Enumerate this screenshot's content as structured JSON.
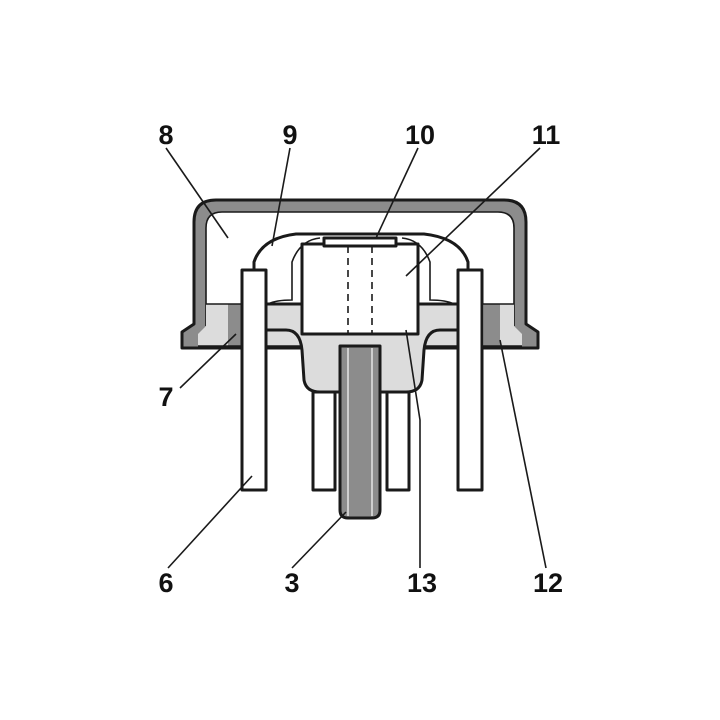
{
  "figure": {
    "colors": {
      "background": "#ffffff",
      "line": "#1a1a1a",
      "light_fill": "#dcdcdc",
      "dark_fill": "#8c8c8c",
      "pin_fill": "#ffffff"
    },
    "callouts": {
      "c8": "8",
      "c9": "9",
      "c10": "10",
      "c11": "11",
      "c7": "7",
      "c6": "6",
      "c3": "3",
      "c13": "13",
      "c12": "12"
    }
  }
}
